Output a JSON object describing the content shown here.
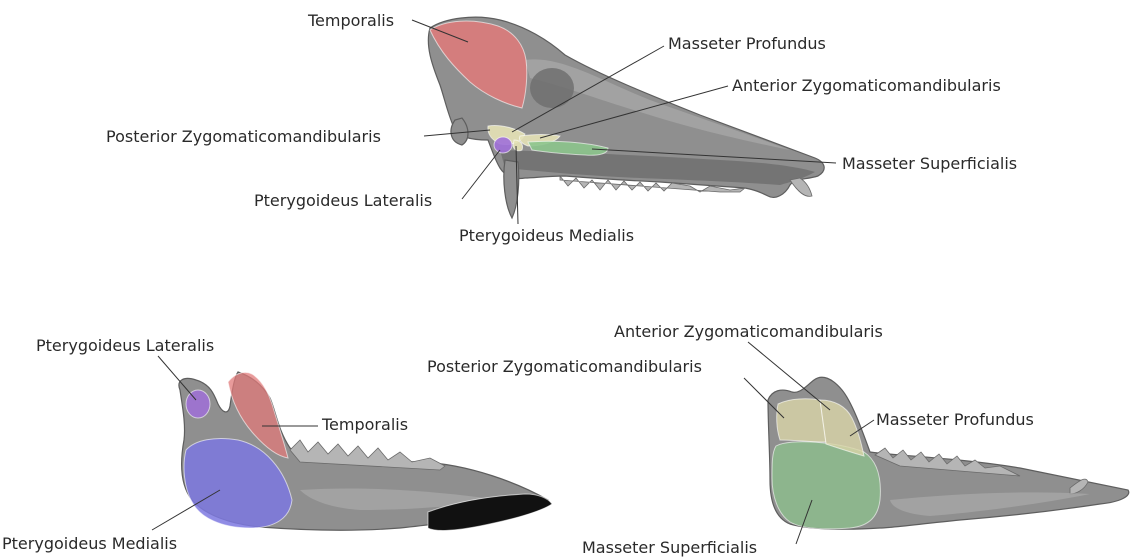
{
  "colors": {
    "temporalis": "#e07a7a",
    "masseter_profundus": "#d9d4a8",
    "masseter_superficialis": "#8cc48c",
    "zygomaticomandibularis": "#e6e2b6",
    "pterygoideus_lateralis": "#a070d8",
    "pterygoideus_medialis": "#7c78e0",
    "bone": "#8f8f8f",
    "incisor": "#111111"
  },
  "skull_labels": {
    "temporalis": "Temporalis",
    "masseter_profundus": "Masseter Profundus",
    "anterior_zygomaticomandibularis": "Anterior Zygomaticomandibularis",
    "posterior_zygomaticomandibularis": "Posterior Zygomaticomandibularis",
    "masseter_superficialis": "Masseter Superficialis",
    "pterygoideus_lateralis": "Pterygoideus Lateralis",
    "pterygoideus_medialis": "Pterygoideus Medialis"
  },
  "mandible_medial_labels": {
    "pterygoideus_lateralis": "Pterygoideus Lateralis",
    "temporalis": "Temporalis",
    "pterygoideus_medialis": "Pterygoideus Medialis"
  },
  "mandible_lateral_labels": {
    "anterior_zygomaticomandibularis": "Anterior Zygomaticomandibularis",
    "posterior_zygomaticomandibularis": "Posterior Zygomaticomandibularis",
    "masseter_profundus": "Masseter Profundus",
    "masseter_superficialis": "Masseter Superficialis"
  }
}
